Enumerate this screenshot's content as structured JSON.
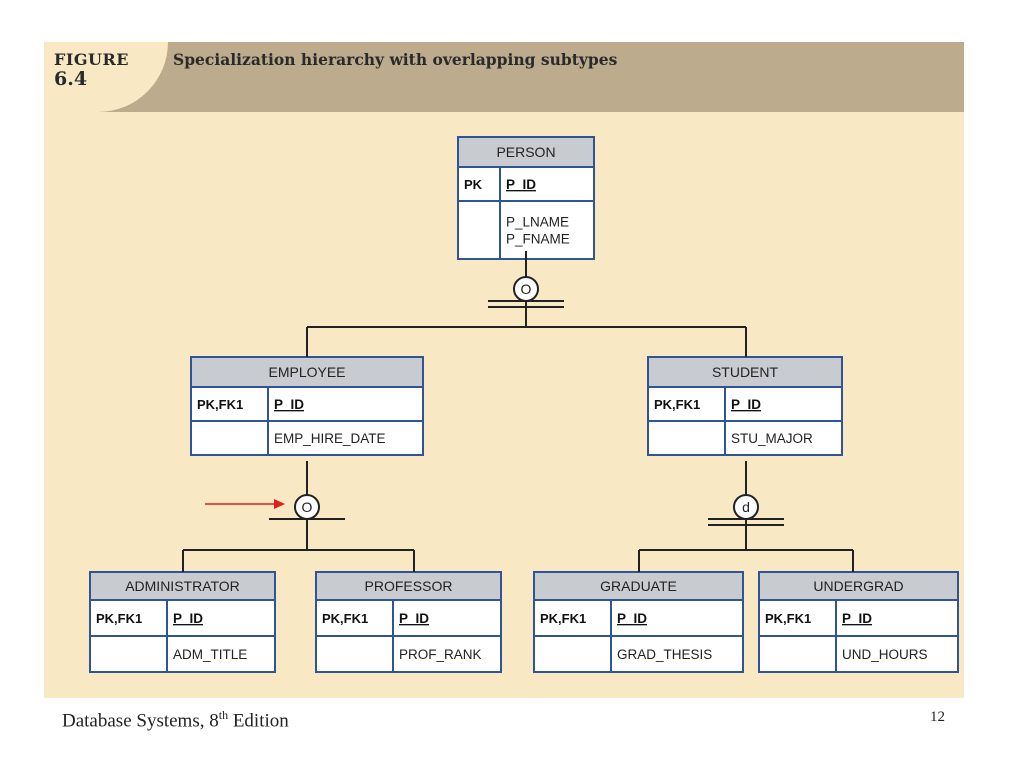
{
  "figure": {
    "label": "FIGURE",
    "number": "6.4",
    "title": "Specialization hierarchy with overlapping subtypes"
  },
  "entities": {
    "person": {
      "name": "PERSON",
      "key_label": "PK",
      "key_attr": "P_ID",
      "attrs": [
        "P_LNAME",
        "P_FNAME"
      ]
    },
    "employee": {
      "name": "EMPLOYEE",
      "key_label": "PK,FK1",
      "key_attr": "P_ID",
      "attrs": [
        "EMP_HIRE_DATE"
      ]
    },
    "student": {
      "name": "STUDENT",
      "key_label": "PK,FK1",
      "key_attr": "P_ID",
      "attrs": [
        "STU_MAJOR"
      ]
    },
    "administrator": {
      "name": "ADMINISTRATOR",
      "key_label": "PK,FK1",
      "key_attr": "P_ID",
      "attrs": [
        "ADM_TITLE"
      ]
    },
    "professor": {
      "name": "PROFESSOR",
      "key_label": "PK,FK1",
      "key_attr": "P_ID",
      "attrs": [
        "PROF_RANK"
      ]
    },
    "graduate": {
      "name": "GRADUATE",
      "key_label": "PK,FK1",
      "key_attr": "P_ID",
      "attrs": [
        "GRAD_THESIS"
      ]
    },
    "undergrad": {
      "name": "UNDERGRAD",
      "key_label": "PK,FK1",
      "key_attr": "P_ID",
      "attrs": [
        "UND_HOURS"
      ]
    }
  },
  "symbols": {
    "person_spec": "O",
    "employee_spec": "O",
    "student_spec": "d"
  },
  "colors": {
    "entity_border": "#2f5597",
    "entity_header": "#c8ccd0",
    "arrow": "#e0201b"
  },
  "footer": {
    "book": "Database Systems, 8",
    "sup": "th",
    "edition": " Edition",
    "page": "12"
  }
}
